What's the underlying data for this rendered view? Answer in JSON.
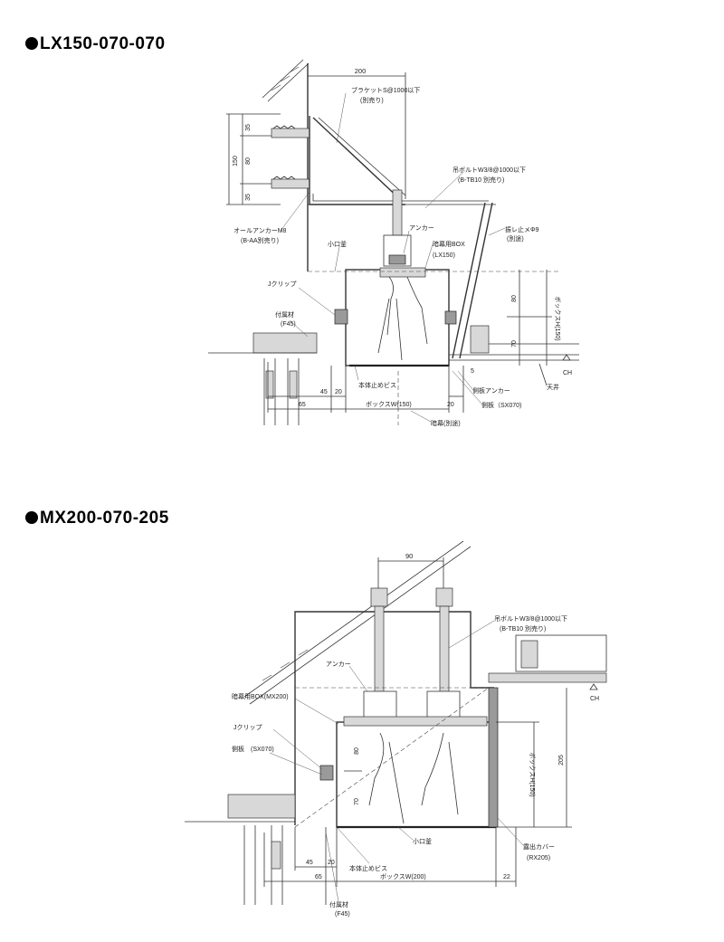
{
  "sections": [
    {
      "title": "LX150-070-070",
      "labels": {
        "dim_200": "200",
        "dim_35a": "35",
        "dim_80": "80",
        "dim_35b": "35",
        "dim_150": "150",
        "bracket": "ブラケットS@1000以下",
        "bracket_note": "(別売り)",
        "hanger_bolt": "吊ボルトW3/8@1000以下",
        "hanger_bolt_note": "(B-TB10 別売り)",
        "all_anchor": "オールアンカーM8",
        "all_anchor_note": "(B-AA別売り)",
        "anchor": "アンカー",
        "box": "暗幕用BOX",
        "box_note": "(LX150)",
        "brace": "振レ止メΦ9",
        "brace_note": "(別途)",
        "small_edge": "小口釜",
        "j_clip": "Jクリップ",
        "accessory": "付属材",
        "accessory_note": "(F45)",
        "dim_80b": "80",
        "dim_70": "70",
        "box_h": "ボックスH(150)",
        "ch": "CH",
        "dim_5": "5",
        "ceiling": "天井",
        "body_screw": "本体止めビス",
        "side_anchor": "側板アンカー",
        "side_plate": "側板（SX070)",
        "dim_45": "45",
        "dim_20a": "20",
        "dim_65": "65",
        "box_w": "ボックスW(150)",
        "dim_20b": "20",
        "curtain": "暗幕(別途)"
      }
    },
    {
      "title": "MX200-070-205",
      "labels": {
        "dim_90": "90",
        "hanger_bolt": "吊ボルトW3/8@1000以下",
        "hanger_bolt_note": "(B-TB10 別売り)",
        "anchor": "アンカー",
        "ch": "CH",
        "box": "暗幕用BOX(MX200)",
        "j_clip": "Jクリップ",
        "side_plate": "側板　(SX070)",
        "dim_80": "80",
        "dim_70": "70",
        "box_h": "ボックスH(150)",
        "dim_205": "205",
        "small_edge": "小口釜",
        "exposed_cover": "露出カバー",
        "exposed_cover_note": "(RX205)",
        "body_screw": "本体止めビス",
        "dim_45": "45",
        "dim_20": "20",
        "dim_65": "65",
        "box_w": "ボックスW(200)",
        "dim_22": "22",
        "accessory": "付属材",
        "accessory_note": "(F45)"
      }
    }
  ]
}
